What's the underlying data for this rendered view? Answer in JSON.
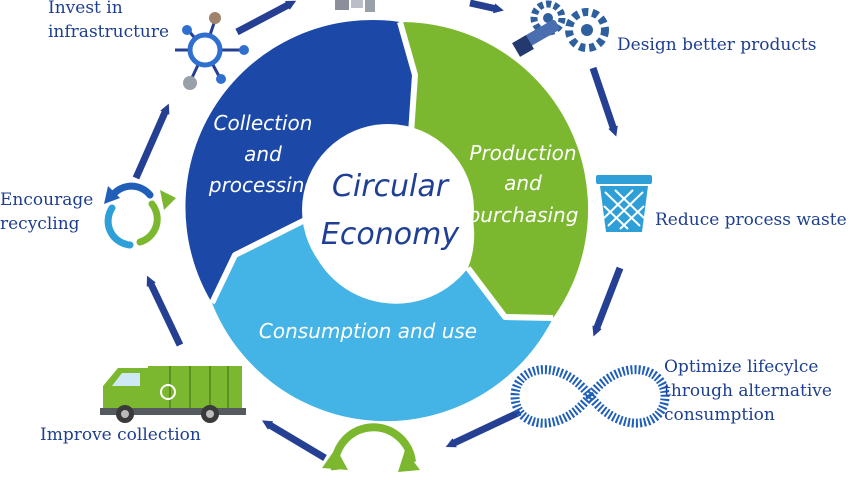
{
  "center": {
    "line1": "Circular",
    "line2": "Economy"
  },
  "segments": {
    "collection": {
      "line1": "Collection",
      "line2": "and",
      "line3": "processing"
    },
    "production": {
      "line1": "Production",
      "line2": "and",
      "line3": "purchasing"
    },
    "consumption": {
      "line1": "Consumption and use"
    }
  },
  "steps": {
    "invest": {
      "line1": "Invest in",
      "line2": "infrastructure"
    },
    "design": {
      "line1": "Design better products"
    },
    "reduce": {
      "line1": "Reduce process waste"
    },
    "optimize": {
      "line1": "Optimize lifecylce",
      "line2": "through alternative",
      "line3": "consumption"
    },
    "improve": {
      "line1": "Improve collection"
    },
    "encourage": {
      "line1": "Encourage",
      "line2": "recycling"
    }
  },
  "colors": {
    "collection": "#1c49a8",
    "production": "#7cb82f",
    "consumption": "#44b3e6",
    "arrow": "#253f92",
    "label": "#1e3f8f"
  },
  "icons": [
    "network-icon",
    "gears-icon",
    "waste-basket-icon",
    "infinity-icon",
    "garbage-truck-icon",
    "recycle-arrows-icon",
    "recycle-loop-icon",
    "buildings-icon"
  ]
}
